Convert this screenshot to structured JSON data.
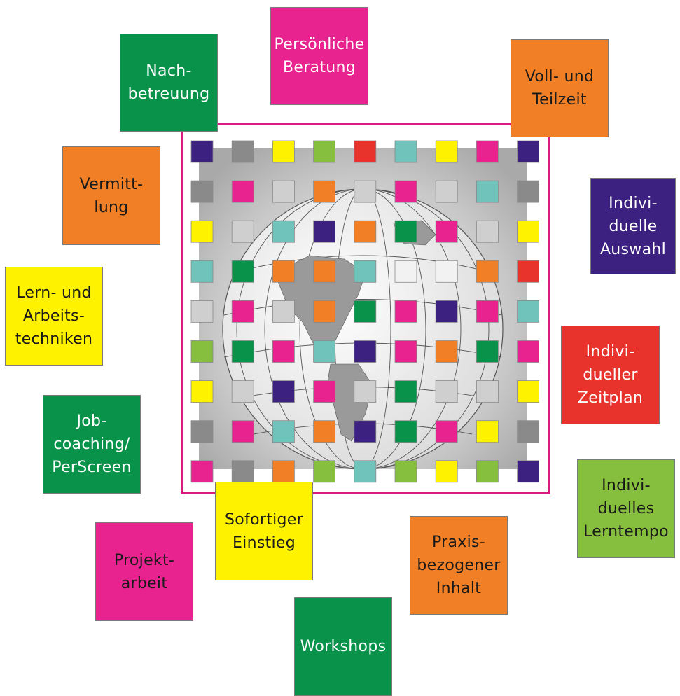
{
  "colors": {
    "pink": "#e8238f",
    "green": "#08924a",
    "orange": "#f07f26",
    "purple": "#3c2181",
    "red": "#e8332d",
    "yellow": "#fff200",
    "lime": "#86be3e",
    "teal": "#6fc3bb",
    "gray": "#8a8a8a",
    "light": "#cfcfcf",
    "frame": "#d81b7f"
  },
  "boxes": [
    {
      "id": "persoenliche-beratung",
      "text": "Persönliche\nBeratung",
      "color": "pink",
      "text_color": "#ffffff"
    },
    {
      "id": "nachbetreuung",
      "text": "Nach-\nbetreuung",
      "color": "green",
      "text_color": "#ffffff"
    },
    {
      "id": "voll-und-teilzeit",
      "text": "Voll- und\nTeilzeit",
      "color": "orange",
      "text_color": "#1a1a1a"
    },
    {
      "id": "vermittlung",
      "text": "Vermitt-\nlung",
      "color": "orange",
      "text_color": "#1a1a1a"
    },
    {
      "id": "individuelle-auswahl",
      "text": "Indivi-\nduelle\nAuswahl",
      "color": "purple",
      "text_color": "#ffffff"
    },
    {
      "id": "lern-und-arbeitstechniken",
      "text": "Lern- und\nArbeits-\ntechniken",
      "color": "yellow",
      "text_color": "#1a1a1a"
    },
    {
      "id": "individueller-zeitplan",
      "text": "Indivi-\ndueller\nZeitplan",
      "color": "red",
      "text_color": "#ffffff"
    },
    {
      "id": "jobcoaching-perscreen",
      "text": "Job-\ncoaching/\nPerScreen",
      "color": "green",
      "text_color": "#ffffff"
    },
    {
      "id": "individuelles-lerntempo",
      "text": "Indivi-\nduelles\nLerntempo",
      "color": "lime",
      "text_color": "#1a1a1a"
    },
    {
      "id": "sofortiger-einstieg",
      "text": "Sofortiger\nEinstieg",
      "color": "yellow",
      "text_color": "#1a1a1a"
    },
    {
      "id": "praxisbezogener-inhalt",
      "text": "Praxis-\nbezogener\nInhalt",
      "color": "orange",
      "text_color": "#1a1a1a"
    },
    {
      "id": "projektarbeit",
      "text": "Projekt-\narbeit",
      "color": "pink",
      "text_color": "#1a1a1a"
    },
    {
      "id": "workshops",
      "text": "Workshops",
      "color": "green",
      "text_color": "#ffffff"
    }
  ],
  "grid": [
    [
      "purple",
      "gray",
      "yellow",
      "lime",
      "red",
      "teal",
      "yellow",
      "pink",
      "purple"
    ],
    [
      "gray",
      "pink",
      "light",
      "orange",
      "light",
      "pink",
      "light",
      "teal",
      "gray"
    ],
    [
      "yellow",
      "light",
      "teal",
      "purple",
      "orange",
      "green",
      "pink",
      "light",
      "yellow"
    ],
    [
      "teal",
      "green",
      "orange",
      "orange",
      "teal",
      "white",
      "white",
      "orange",
      "red"
    ],
    [
      "light",
      "pink",
      "light",
      "orange",
      "green",
      "pink",
      "purple",
      "pink",
      "teal"
    ],
    [
      "lime",
      "green",
      "pink",
      "teal",
      "purple",
      "pink",
      "orange",
      "green",
      "pink"
    ],
    [
      "yellow",
      "light",
      "purple",
      "pink",
      "light",
      "green",
      "light",
      "light",
      "yellow"
    ],
    [
      "gray",
      "pink",
      "teal",
      "orange",
      "purple",
      "green",
      "pink",
      "yellow",
      "gray"
    ],
    [
      "pink",
      "gray",
      "orange",
      "lime",
      "teal",
      "lime",
      "yellow",
      "lime",
      "purple"
    ]
  ]
}
